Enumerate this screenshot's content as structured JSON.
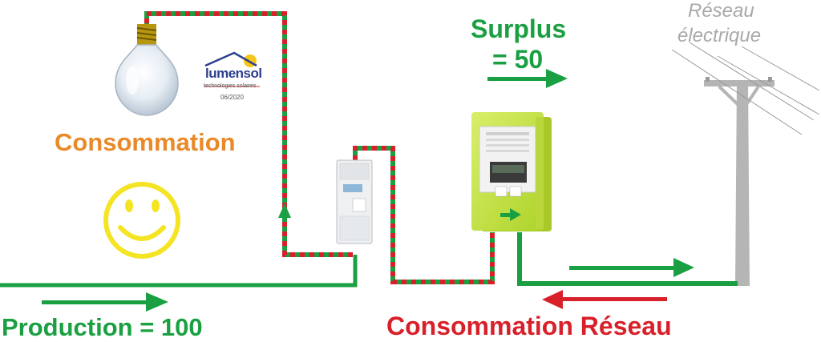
{
  "labels": {
    "consommation": "Consommation",
    "surplus": "Surplus",
    "surplus_value": "= 50",
    "production": "Production = 100",
    "consommation_reseau": "Consommation Réseau",
    "reseau_line1": "Réseau",
    "reseau_line2": "électrique"
  },
  "logo": {
    "name": "lumensol",
    "tagline": "technologies solaires",
    "date": "06/2020"
  },
  "colors": {
    "green": "#1aa042",
    "red": "#d8202a",
    "orange": "#e98a2a",
    "smiley": "#f4e424",
    "meter": "#c3e23a",
    "grey": "#a9a9a9",
    "logo_blue": "#2d3f8f",
    "sun": "#f5c518"
  }
}
